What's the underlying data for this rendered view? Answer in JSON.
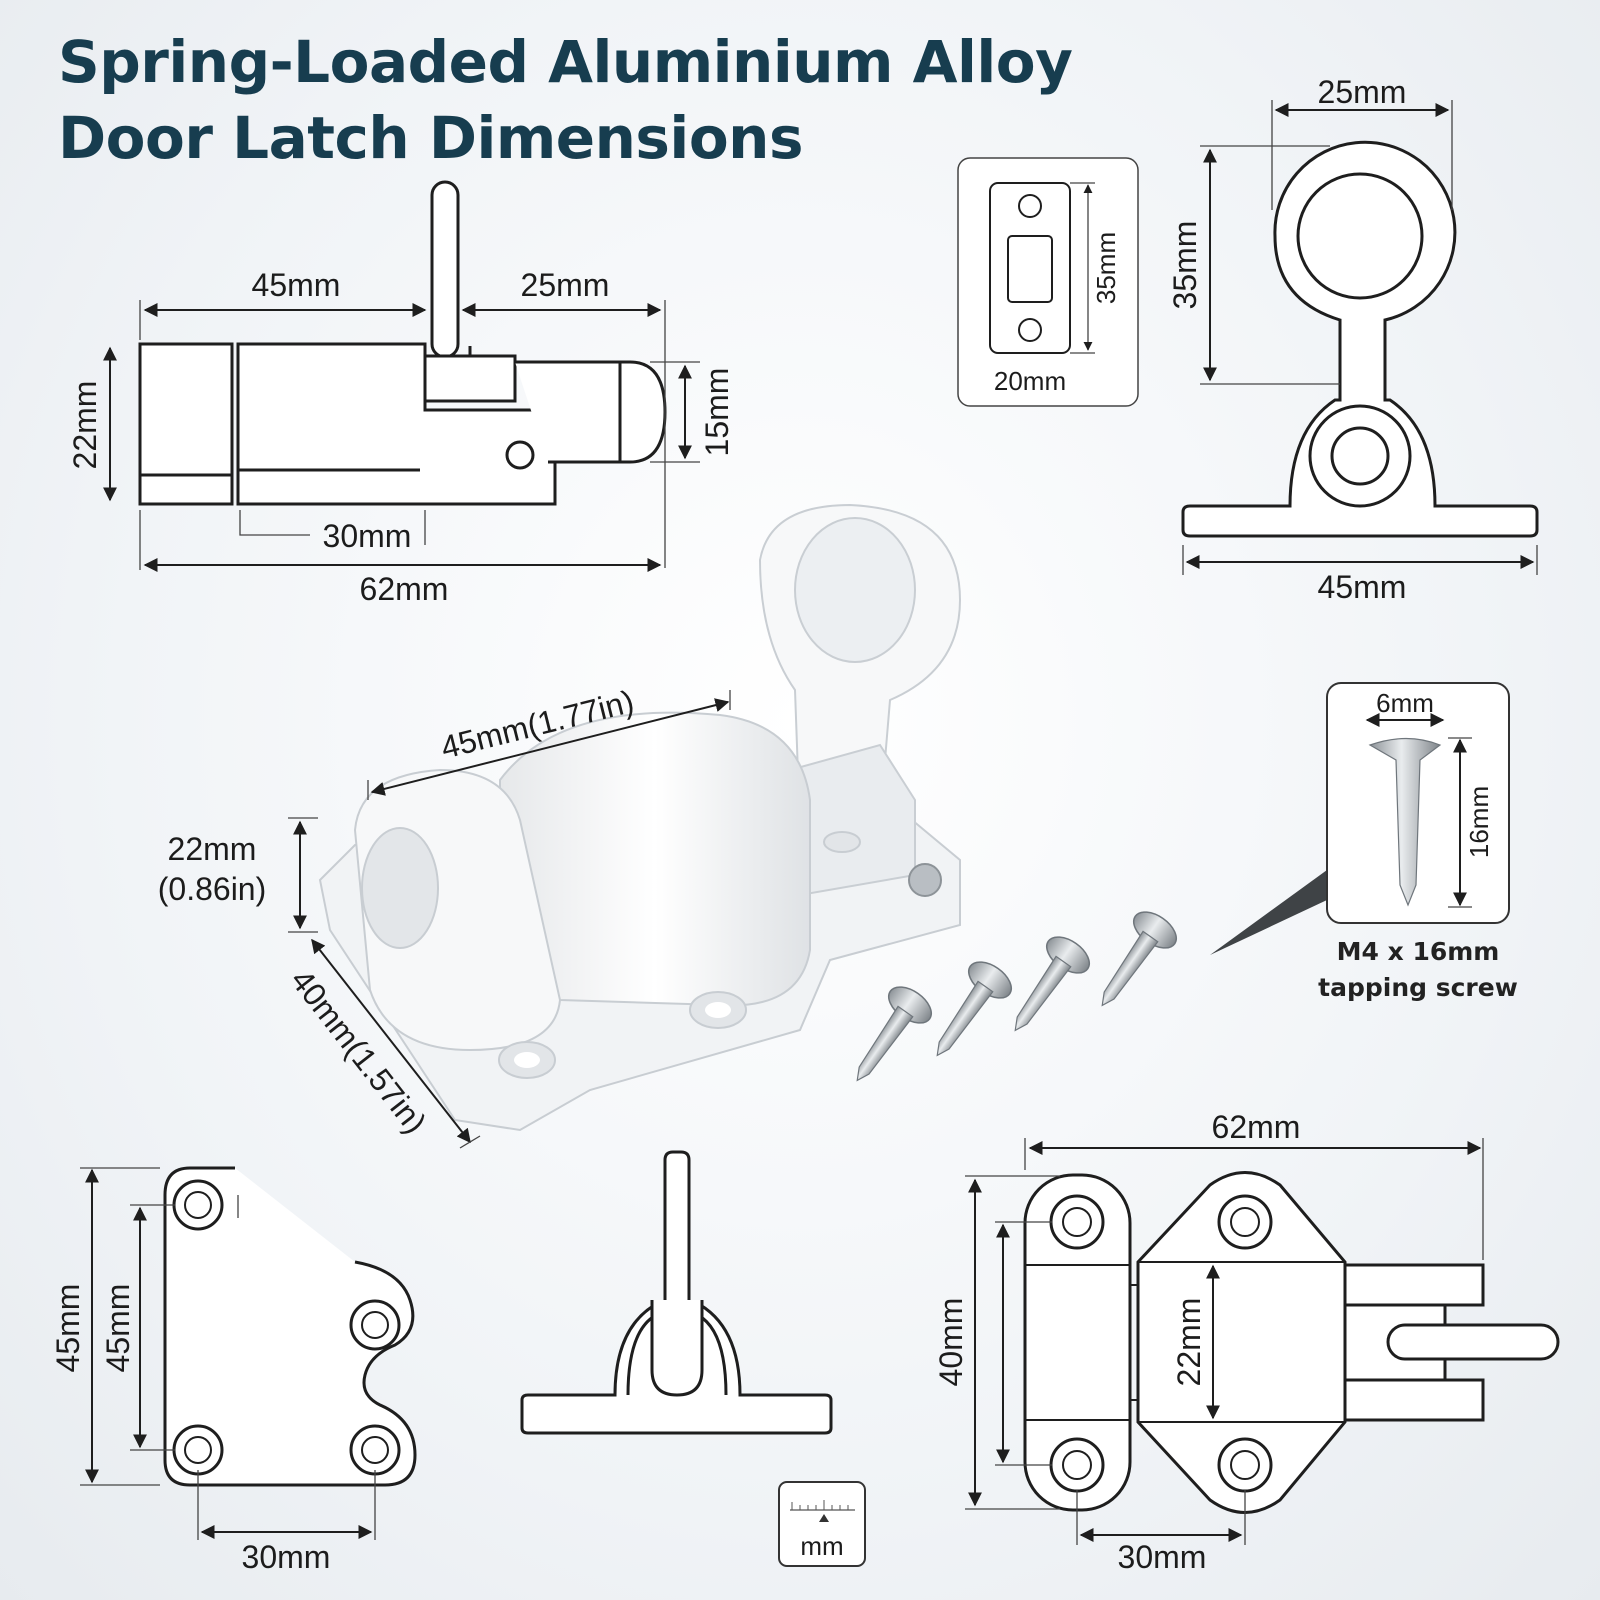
{
  "title": {
    "line1": "Spring-Loaded Aluminium Alloy",
    "line2": "Door Latch Dimensions"
  },
  "side_view": {
    "top_left": "45mm",
    "top_right": "25mm",
    "height_left": "22mm",
    "height_right": "15mm",
    "inner_bottom": "30mm",
    "total": "62mm"
  },
  "strike_plate": {
    "height": "35mm",
    "width": "20mm"
  },
  "ring_view": {
    "top": "25mm",
    "height": "35mm",
    "bottom": "45mm"
  },
  "product": {
    "length": "45mm(1.77in)",
    "height_mm": "22mm",
    "height_in": "(0.86in)",
    "width": "40mm(1.57in)"
  },
  "screw": {
    "head": "6mm",
    "length": "16mm",
    "label_line1": "M4 x 16mm",
    "label_line2": "tapping screw"
  },
  "bottom_left": {
    "outer_height": "45mm",
    "inner_height": "45mm",
    "width": "30mm"
  },
  "ruler": {
    "unit": "mm"
  },
  "bottom_right": {
    "total": "62mm",
    "height": "40mm",
    "inner_height": "22mm",
    "width": "30mm"
  }
}
